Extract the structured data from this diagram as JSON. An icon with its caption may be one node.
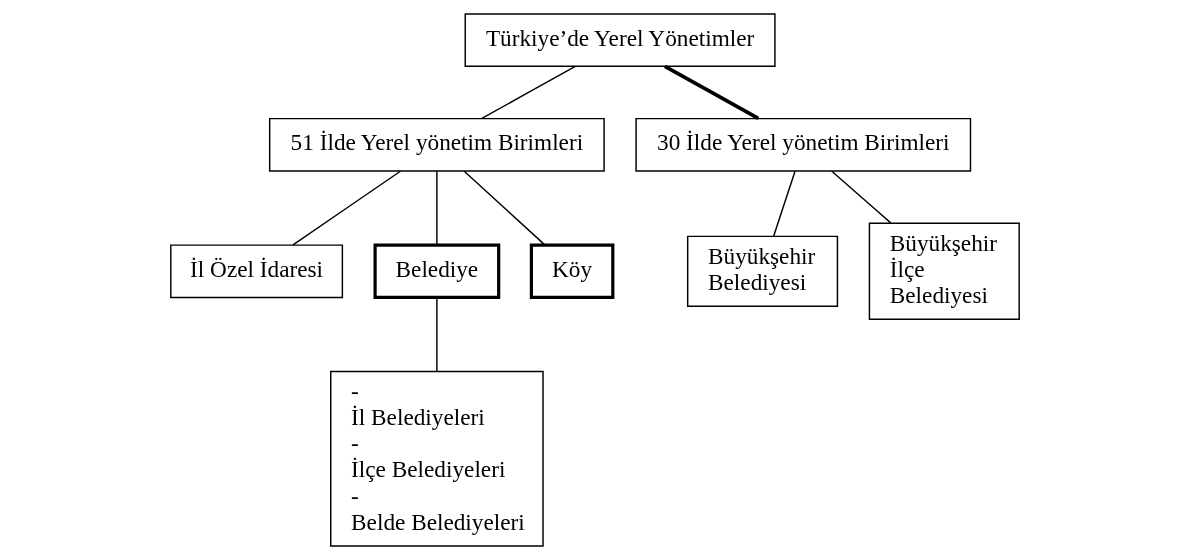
{
  "diagram": {
    "nodes": [
      {
        "text": [
          "Türkiye’de Yerel Yönetimler"
        ]
      },
      {
        "text": [
          "51 İlde Yerel yönetim Birimleri"
        ]
      },
      {
        "text": [
          "30 İlde Yerel yönetim Birimleri"
        ]
      },
      {
        "text": [
          "İl Özel İdaresi"
        ]
      },
      {
        "text": [
          "Belediye"
        ]
      },
      {
        "text": [
          "Köy"
        ]
      },
      {
        "text": [
          "- İl Belediyeleri",
          "- İlçe Belediyeleri",
          "- Belde Belediyeleri"
        ]
      },
      {
        "text": [
          "Büyükşehir Belediyesi"
        ]
      },
      {
        "text": [
          "Büyükşehir İlçe Belediyesi"
        ]
      }
    ],
    "edges": [
      {
        "from": 0,
        "to": 1,
        "arrow": "none"
      },
      {
        "from": 0,
        "to": 2,
        "arrow": "none",
        "style": "thick"
      },
      {
        "from": 1,
        "to": 3,
        "arrow": "none"
      },
      {
        "from": 1,
        "to": 4,
        "arrow": "none"
      },
      {
        "from": 1,
        "to": 5,
        "arrow": "none"
      },
      {
        "from": 4,
        "to": 6,
        "arrow": "none"
      },
      {
        "from": 2,
        "to": 7,
        "arrow": "none"
      },
      {
        "from": 2,
        "to": 8,
        "arrow": "none"
      }
    ]
  }
}
